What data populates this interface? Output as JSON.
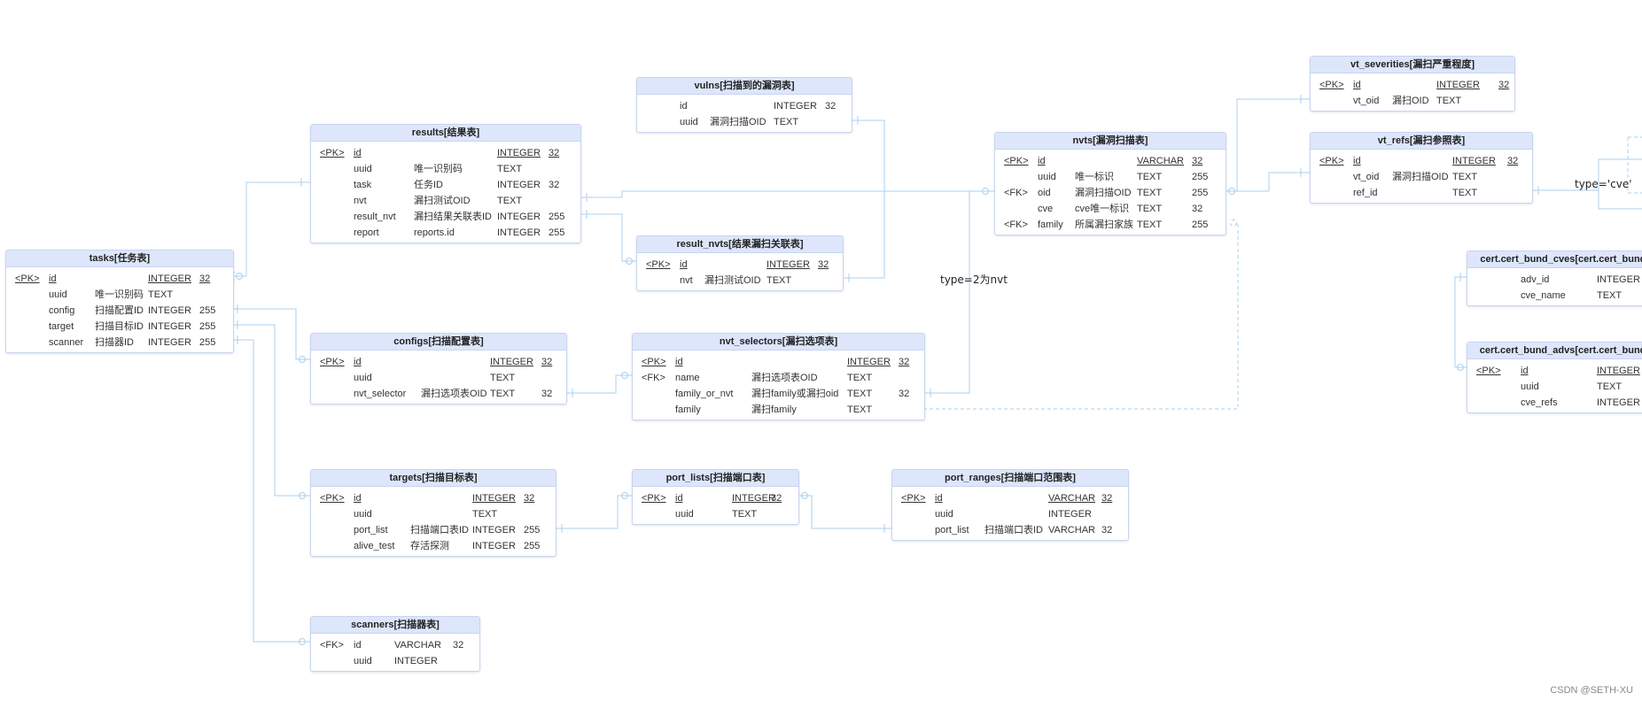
{
  "colors": {
    "header_bg": "#dde6fb",
    "border": "#c9d5ee",
    "relation_line": "#a9d0ef"
  },
  "relation_labels": [
    "type=2为nvt",
    "type='cve'"
  ],
  "watermark": "CSDN @SETH-XU",
  "tables": [
    {
      "title": "tasks[任务表]",
      "rows": [
        {
          "key": "<PK>",
          "name": "id",
          "comment": "",
          "type": "INTEGER",
          "len": "32",
          "underline": true
        },
        {
          "key": "",
          "name": "uuid",
          "comment": "唯一识别码",
          "type": "TEXT",
          "len": ""
        },
        {
          "key": "",
          "name": "config",
          "comment": "扫描配置ID",
          "type": "INTEGER",
          "len": "255"
        },
        {
          "key": "",
          "name": "target",
          "comment": "扫描目标ID",
          "type": "INTEGER",
          "len": "255"
        },
        {
          "key": "",
          "name": "scanner",
          "comment": "扫描器ID",
          "type": "INTEGER",
          "len": "255"
        }
      ]
    },
    {
      "title": "results[结果表]",
      "rows": [
        {
          "key": "<PK>",
          "name": "id",
          "comment": "",
          "type": "INTEGER",
          "len": "32",
          "underline": true
        },
        {
          "key": "",
          "name": "uuid",
          "comment": "唯一识别码",
          "type": "TEXT",
          "len": ""
        },
        {
          "key": "",
          "name": "task",
          "comment": "任务ID",
          "type": "INTEGER",
          "len": "32"
        },
        {
          "key": "",
          "name": "nvt",
          "comment": "漏扫测试OID",
          "type": "TEXT",
          "len": ""
        },
        {
          "key": "",
          "name": "result_nvt",
          "comment": "漏扫结果关联表ID",
          "type": "INTEGER",
          "len": "255"
        },
        {
          "key": "",
          "name": "report",
          "comment": "reports.id",
          "type": "INTEGER",
          "len": "255"
        }
      ]
    },
    {
      "title": "vulns[扫描到的漏洞表]",
      "rows": [
        {
          "key": "",
          "name": "id",
          "comment": "",
          "type": "INTEGER",
          "len": "32"
        },
        {
          "key": "",
          "name": "uuid",
          "comment": "漏洞扫描OID",
          "type": "TEXT",
          "len": ""
        }
      ]
    },
    {
      "title": "result_nvts[结果漏扫关联表]",
      "rows": [
        {
          "key": "<PK>",
          "name": "id",
          "comment": "",
          "type": "INTEGER",
          "len": "32",
          "underline": true
        },
        {
          "key": "",
          "name": "nvt",
          "comment": "漏扫测试OID",
          "type": "TEXT",
          "len": ""
        }
      ]
    },
    {
      "title": "nvts[漏洞扫描表]",
      "rows": [
        {
          "key": "<PK>",
          "name": "id",
          "comment": "",
          "type": "VARCHAR",
          "len": "32",
          "underline": true
        },
        {
          "key": "",
          "name": "uuid",
          "comment": "唯一标识",
          "type": "TEXT",
          "len": "255"
        },
        {
          "key": "<FK>",
          "name": "oid",
          "comment": "漏洞扫描OID",
          "type": "TEXT",
          "len": "255"
        },
        {
          "key": "",
          "name": "cve",
          "comment": "cve唯一标识",
          "type": "TEXT",
          "len": "32"
        },
        {
          "key": "<FK>",
          "name": "family",
          "comment": "所属漏扫家族",
          "type": "TEXT",
          "len": "255"
        }
      ]
    },
    {
      "title": "vt_severities[漏扫严重程度]",
      "rows": [
        {
          "key": "<PK>",
          "name": "id",
          "comment": "",
          "type": "INTEGER",
          "len": "32",
          "underline": true
        },
        {
          "key": "",
          "name": "vt_oid",
          "comment": "漏扫OID",
          "type": "TEXT",
          "len": ""
        }
      ]
    },
    {
      "title": "vt_refs[漏扫参照表]",
      "rows": [
        {
          "key": "<PK>",
          "name": "id",
          "comment": "",
          "type": "INTEGER",
          "len": "32",
          "underline": true
        },
        {
          "key": "",
          "name": "vt_oid",
          "comment": "漏洞扫描OID",
          "type": "TEXT",
          "len": ""
        },
        {
          "key": "",
          "name": "ref_id",
          "comment": "",
          "type": "TEXT",
          "len": ""
        }
      ]
    },
    {
      "title": "configs[扫描配置表]",
      "rows": [
        {
          "key": "<PK>",
          "name": "id",
          "comment": "",
          "type": "INTEGER",
          "len": "32",
          "underline": true
        },
        {
          "key": "",
          "name": "uuid",
          "comment": "",
          "type": "TEXT",
          "len": ""
        },
        {
          "key": "",
          "name": "nvt_selector",
          "comment": "漏扫选项表OID",
          "type": "TEXT",
          "len": "32"
        }
      ]
    },
    {
      "title": "nvt_selectors[漏扫选项表]",
      "rows": [
        {
          "key": "<PK>",
          "name": "id",
          "comment": "",
          "type": "INTEGER",
          "len": "32",
          "underline": true
        },
        {
          "key": "<FK>",
          "name": "name",
          "comment": "漏扫选项表OID",
          "type": "TEXT",
          "len": ""
        },
        {
          "key": "",
          "name": "family_or_nvt",
          "comment": "漏扫family或漏扫oid",
          "type": "TEXT",
          "len": "32"
        },
        {
          "key": "",
          "name": "family",
          "comment": "漏扫family",
          "type": "TEXT",
          "len": ""
        }
      ]
    },
    {
      "title": "cert.cert_bund_cves[cert.cert_bund_cves]",
      "rows": [
        {
          "key": "",
          "name": "adv_id",
          "comment": "",
          "type": "INTEGER",
          "len": ""
        },
        {
          "key": "",
          "name": "cve_name",
          "comment": "",
          "type": "TEXT",
          "len": ""
        }
      ]
    },
    {
      "title": "cert.cert_bund_advs[cert.cert_bund_advs]",
      "rows": [
        {
          "key": "<PK>",
          "name": "id",
          "comment": "",
          "type": "INTEGER",
          "len": "",
          "underline": true
        },
        {
          "key": "",
          "name": "uuid",
          "comment": "",
          "type": "TEXT",
          "len": ""
        },
        {
          "key": "",
          "name": "cve_refs",
          "comment": "",
          "type": "INTEGER",
          "len": ""
        }
      ]
    },
    {
      "title": "targets[扫描目标表]",
      "rows": [
        {
          "key": "<PK>",
          "name": "id",
          "comment": "",
          "type": "INTEGER",
          "len": "32",
          "underline": true
        },
        {
          "key": "",
          "name": "uuid",
          "comment": "",
          "type": "TEXT",
          "len": ""
        },
        {
          "key": "",
          "name": "port_list",
          "comment": "扫描端口表ID",
          "type": "INTEGER",
          "len": "255"
        },
        {
          "key": "",
          "name": "alive_test",
          "comment": "存活探测",
          "type": "INTEGER",
          "len": "255"
        }
      ]
    },
    {
      "title": "port_lists[扫描端口表]",
      "rows": [
        {
          "key": "<PK>",
          "name": "id",
          "comment": "",
          "type": "INTEGER",
          "len": "32",
          "underline": true
        },
        {
          "key": "",
          "name": "uuid",
          "comment": "",
          "type": "TEXT",
          "len": ""
        }
      ]
    },
    {
      "title": "port_ranges[扫描端口范围表]",
      "rows": [
        {
          "key": "<PK>",
          "name": "id",
          "comment": "",
          "type": "VARCHAR",
          "len": "32",
          "underline": true
        },
        {
          "key": "",
          "name": "uuid",
          "comment": "",
          "type": "INTEGER",
          "len": ""
        },
        {
          "key": "",
          "name": "port_list",
          "comment": "扫描端口表ID",
          "type": "VARCHAR",
          "len": "32"
        }
      ]
    },
    {
      "title": "scanners[扫描器表]",
      "rows": [
        {
          "key": "<FK>",
          "name": "id",
          "comment": "",
          "type": "VARCHAR",
          "len": "32"
        },
        {
          "key": "",
          "name": "uuid",
          "comment": "",
          "type": "INTEGER",
          "len": ""
        }
      ]
    }
  ]
}
